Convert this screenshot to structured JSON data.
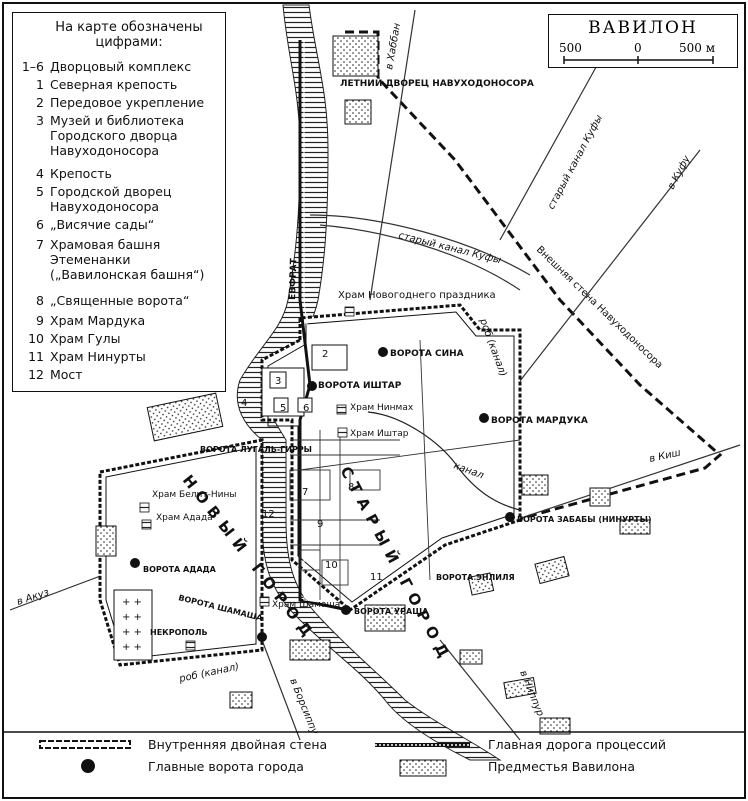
{
  "title": "ВАВИЛОН",
  "scale": {
    "left": "500",
    "mid": "0",
    "right": "500 м"
  },
  "key": {
    "header": "На карте обозначены цифрами:",
    "items": [
      {
        "num": "1–6",
        "text": "Дворцовый комплекс"
      },
      {
        "num": "1",
        "text": "Северная крепость"
      },
      {
        "num": "2",
        "text": "Передовое укрепление"
      },
      {
        "num": "3",
        "text": "Музей и библиотека Городского дворца Навуходоносора"
      },
      {
        "num": "4",
        "text": "Крепость"
      },
      {
        "num": "5",
        "text": "Городской дворец Навуходоносора"
      },
      {
        "num": "6",
        "text": "„Висячие сады“"
      },
      {
        "num": "7",
        "text": "Храмовая башня Этеменанки („Вавилонская башня“)"
      },
      {
        "num": "8",
        "text": "„Священные ворота“"
      },
      {
        "num": "9",
        "text": "Храм Мардука"
      },
      {
        "num": "10",
        "text": "Храм Гулы"
      },
      {
        "num": "11",
        "text": "Храм Нинурты"
      },
      {
        "num": "12",
        "text": "Мост"
      }
    ]
  },
  "map_labels": {
    "summer_palace": "ЛЕТНИЙ ДВОРЕЦ НАВУХОДОНОСОРА",
    "to_khabban": "в Хаббан",
    "to_kufa": "в Куфу",
    "old_canal_kufa_1": "старый канал Куфы",
    "old_canal_kufa_2": "старый канал Куфы",
    "outer_wall": "Внешняя стена Навуходоносора",
    "euphrates": "ЕВФРАТ",
    "new_year_temple": "Храм Новогоднего праздника",
    "arakhtu_canal": "роб (канал)",
    "gate_sin": "ВОРОТА СИНА",
    "gate_ishtar": "ВОРОТА ИШТАР",
    "temple_ninmakh": "Храм Нинмах",
    "gate_marduk": "ВОРОТА МАРДУКА",
    "temple_ishtar": "Храм Иштар",
    "old_city": "СТАРЫЙ ГОРОД",
    "to_kish": "в Киш",
    "canal": "канал",
    "gate_zababa": "ВОРОТА ЗАБАБЫ (НИНУРТЫ)",
    "gate_enlil": "ВОРОТА ЭНЛИЛЯ",
    "gate_urash": "ВОРОТА УРАША",
    "gate_lugalgirra": "ВОРОТА ЛУГАЛЬ-ГИРРЫ",
    "temple_belit_nina": "Храм Белит-Нины",
    "temple_adad": "Храм Адада",
    "new_city": "НОВЫЙ ГОРОД",
    "gate_adad": "ВОРОТА АДАДА",
    "gate_shamash": "ВОРОТА ШАМАША",
    "necropolis": "НЕКРОПОЛЬ",
    "temple_shamash": "Храм Шамаша",
    "to_akuz": "в Акуз",
    "to_borsippa": "в Борсиппу",
    "to_nippur": "в Ниппур",
    "canal_bottom": "роб (канал)"
  },
  "legend": {
    "inner_wall": "Внутренняя двойная стена",
    "procession_road": "Главная дорога процессий",
    "main_gates": "Главные ворота города",
    "suburbs": "Предместья Вавилона"
  }
}
